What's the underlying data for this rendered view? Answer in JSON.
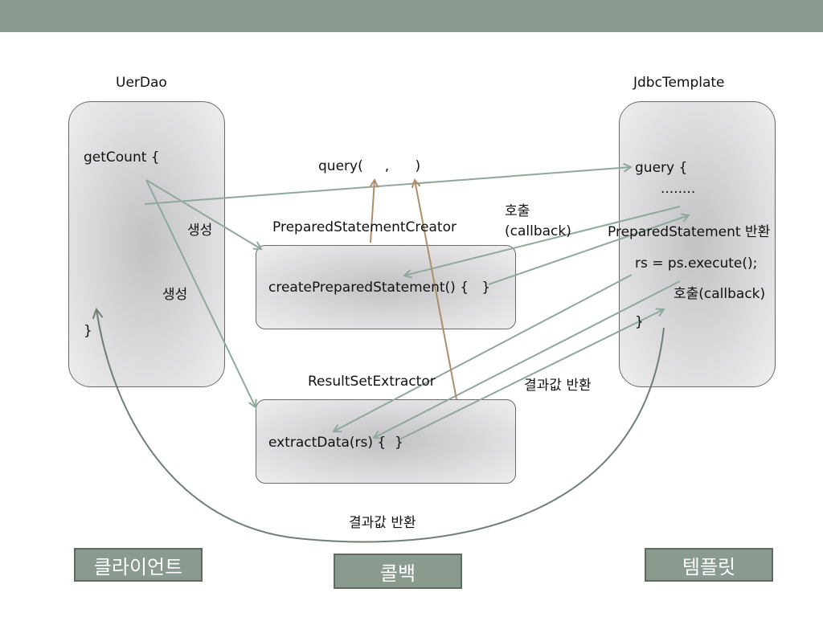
{
  "diagram": {
    "left_panel_title": "UerDao",
    "right_panel_title": "JdbcTemplate",
    "left_code": {
      "start": "getCount {",
      "end": "}"
    },
    "right_code": {
      "line1": "guery {",
      "line2": "........",
      "line3": "PreparedStatement 반환",
      "line4": "rs = ps.execute();",
      "line5": "호출(callback)",
      "end": "}"
    },
    "query_call": "query(     ,      )",
    "psc_title": "PreparedStatementCreator",
    "psc_method": "createPreparedStatement() {   }",
    "rse_title": "ResultSetExtractor",
    "rse_method": "extractData(rs) {  }",
    "labels": {
      "create1": "생성",
      "create2": "생성",
      "callback_kr": "호출",
      "callback_en": "(callback)",
      "result_return": "결과값 반환",
      "result_return_bottom": "결과값 반환"
    },
    "tags": {
      "client": "클라이언트",
      "callback": "콜백",
      "template": "템플릿"
    },
    "colors": {
      "topbar": "#8a9a8f",
      "arrow_green": "#8fa89c",
      "arrow_brown": "#b08d6a",
      "curve": "#6f7f76"
    }
  }
}
